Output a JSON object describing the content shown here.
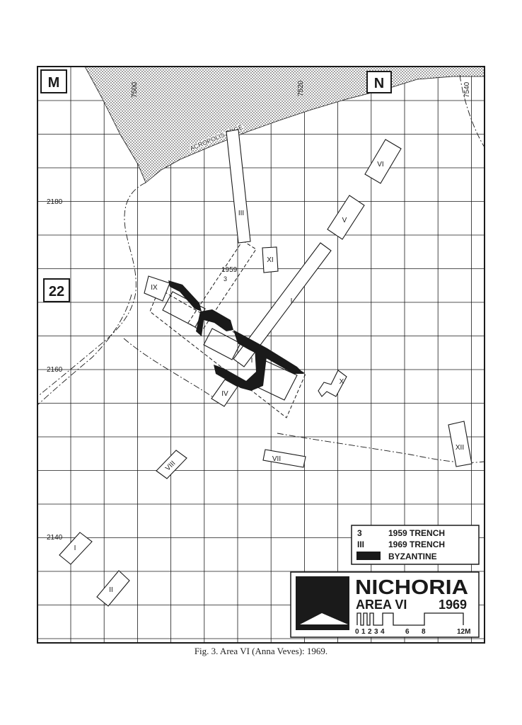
{
  "sheets": {
    "m": "M",
    "n": "N",
    "square": "22"
  },
  "grid": {
    "easting_labels": [
      "7500",
      "7520",
      "7540"
    ],
    "northing_labels": [
      "2180",
      "2160",
      "2140"
    ]
  },
  "annotations": {
    "acropolis_edge": "ACROPOLIS EDGE",
    "year_1959": "1959",
    "num_3": "3"
  },
  "trenches": {
    "t1": "I",
    "t1b": "I",
    "t1c": "I",
    "t2": "II",
    "t3": "III",
    "t4": "IV",
    "t5": "V",
    "t6": "VI",
    "t7": "VII",
    "t8": "VIII",
    "t9": "IX",
    "t10": "X",
    "t11": "XI",
    "t12": "XII"
  },
  "legend": {
    "k1": "3",
    "v1": "1959 TRENCH",
    "k2": "III",
    "v2": "1969 TRENCH",
    "v3": "BYZANTINE"
  },
  "titleblock": {
    "name": "NICHORIA",
    "area": "AREA VI",
    "year": "1969",
    "scale_ticks": [
      "0",
      "1",
      "2",
      "3",
      "4",
      "6",
      "8",
      "12M"
    ]
  },
  "caption": "Fig. 3. Area VI (Anna Veves): 1969.",
  "colors": {
    "ink": "#1a1a1a",
    "paper": "#ffffff"
  }
}
